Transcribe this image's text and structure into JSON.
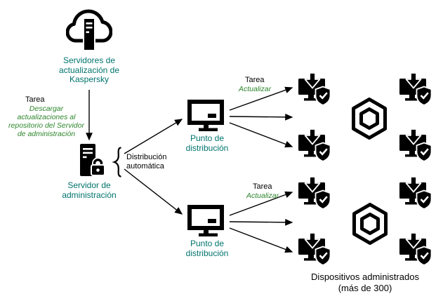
{
  "colors": {
    "node_label_teal": "#00736d",
    "task_green": "#2d862d",
    "icon_black": "#000000",
    "background": "#ffffff"
  },
  "nodes": {
    "kaspersky_servers": {
      "label": "Servidores de\nactualización de\nKaspersky"
    },
    "admin_server": {
      "label": "Servidor de\nadministración"
    },
    "distribution_point_top": {
      "label": "Punto de\ndistribución"
    },
    "distribution_point_bottom": {
      "label": "Punto de\ndistribución"
    },
    "managed_devices": {
      "caption": "Dispositivos administrados\n(más de 300)"
    }
  },
  "tasks": {
    "download": {
      "tag": "Tarea",
      "name": "Descargar\nactualizaciones al\nrepositorio del Servidor\nde administración"
    },
    "update_top": {
      "tag": "Tarea",
      "name": "Actualizar"
    },
    "update_bottom": {
      "tag": "Tarea",
      "name": "Actualizar"
    }
  },
  "annotations": {
    "auto_distribution": "Distribución\nautomática"
  },
  "icons": {
    "cloud_servers": "cloud-update-servers-icon",
    "admin_server": "server-lock-icon",
    "distribution_point": "monitor-icon",
    "managed_device": "device-update-shield-icon",
    "device_group": "hexagon-cluster-icon",
    "brace": "curly-brace-icon",
    "arrows": "black-arrow-connectors"
  }
}
